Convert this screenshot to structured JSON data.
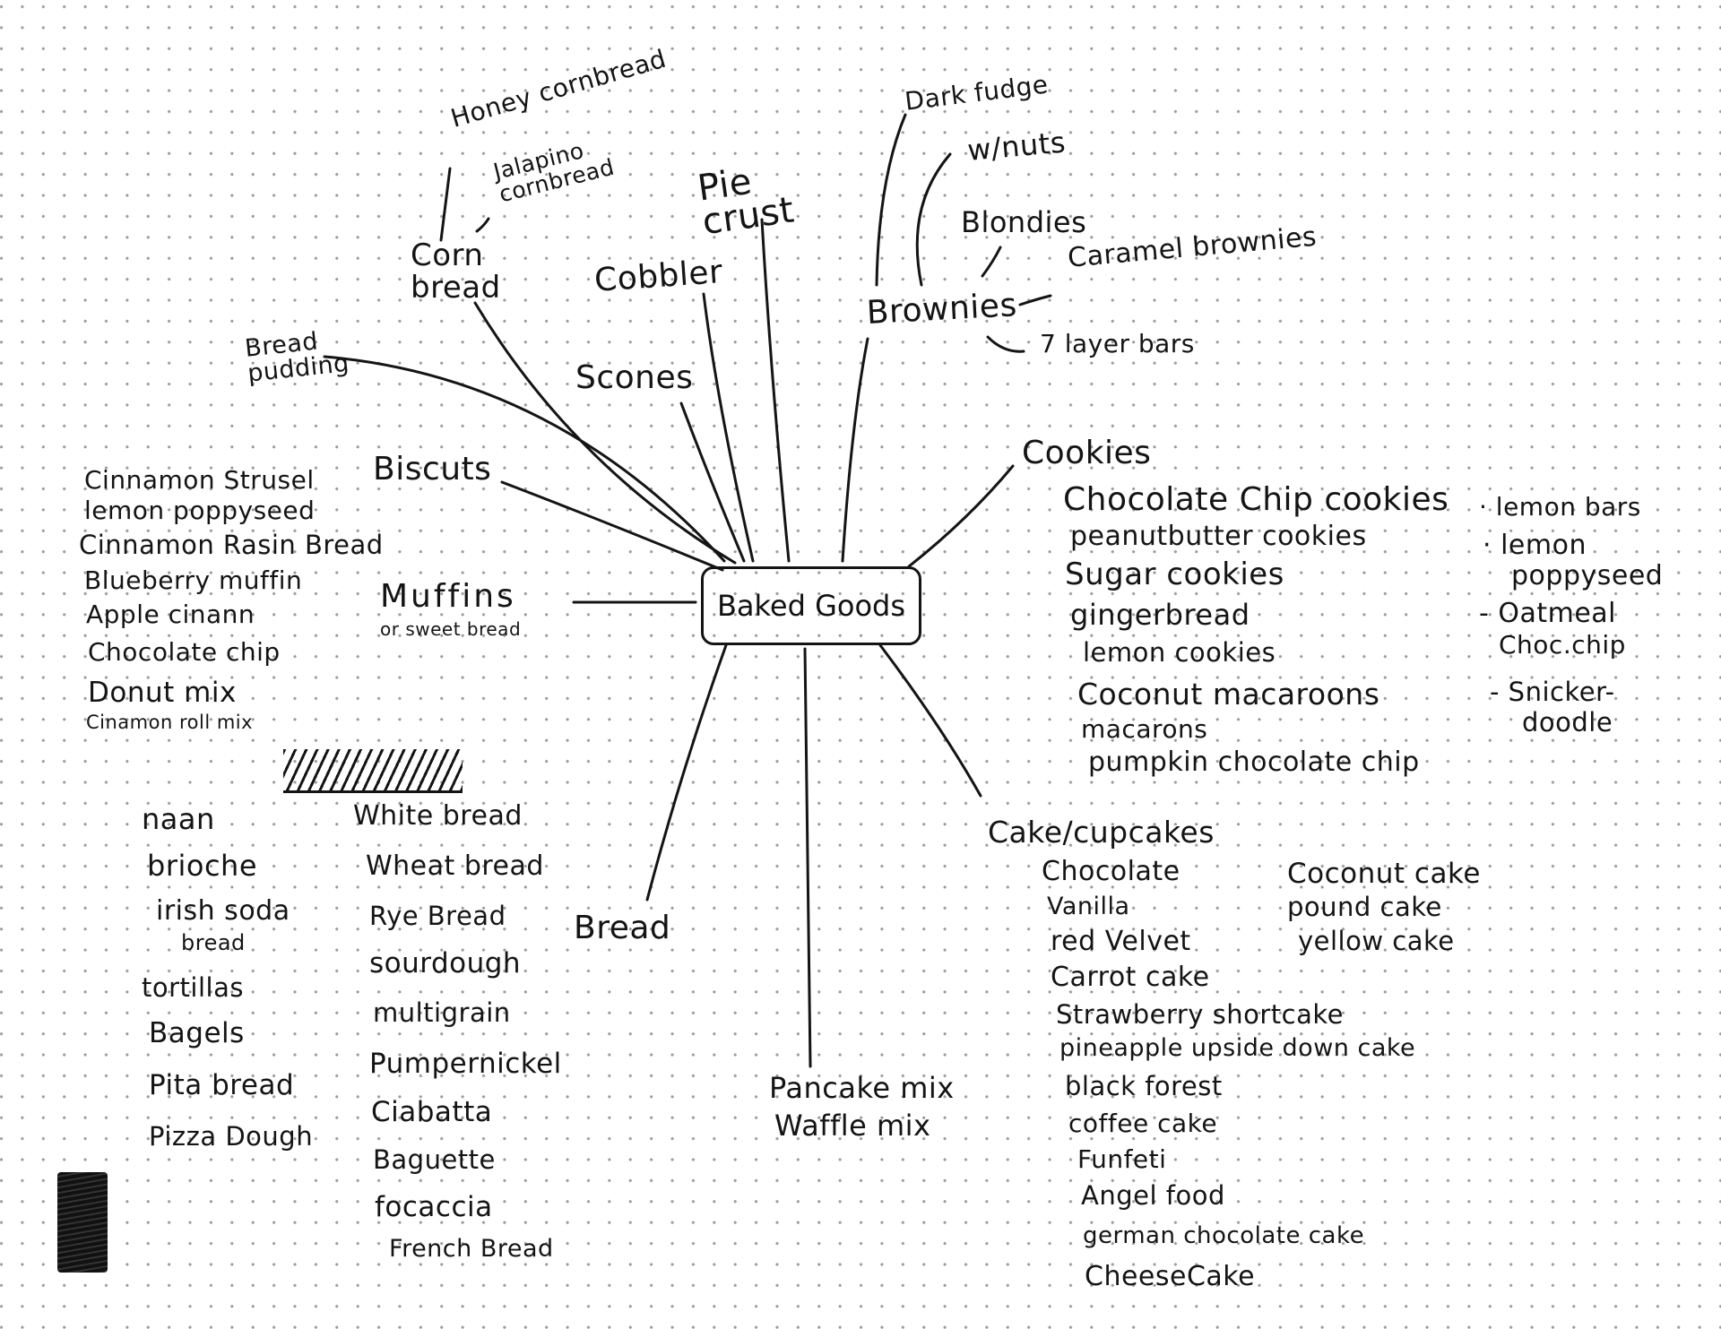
{
  "center": "Baked Goods",
  "cornbread": {
    "label": "Corn bread",
    "items": [
      "Honey cornbread",
      "Jalapino cornbread"
    ]
  },
  "pie_crust": "Pie crust",
  "cobbler": "Cobbler",
  "scones": "Scones",
  "bread_pudding": "Bread pudding",
  "biscuits": "Biscuts",
  "brownies": {
    "label": "Brownies",
    "items": [
      "Dark fudge",
      "w/nuts",
      "Blondies",
      "Caramel brownies",
      "7 layer bars"
    ]
  },
  "cookies": {
    "label": "Cookies",
    "items": [
      "Chocolate Chip cookies",
      "peanutbutter cookies",
      "Sugar cookies",
      "gingerbread",
      "lemon cookies",
      "Coconut macaroons",
      "macarons",
      "pumpkin chocolate chip"
    ],
    "side": [
      "· lemon bars",
      "· lemon",
      "poppyseed",
      "- Oatmeal",
      "Choc.chip",
      "- Snicker-",
      "doodle"
    ]
  },
  "muffins": {
    "label": "Muffins",
    "sublabel": "or sweet bread",
    "items": [
      "Cinnamon Strusel",
      "lemon poppyseed",
      "Cinnamon Rasin Bread",
      "Blueberry muffin",
      "Apple cinann",
      "Chocolate chip",
      "Donut mix",
      "Cinamon roll mix"
    ]
  },
  "bread": {
    "label": "Bread",
    "col1": [
      "naan",
      "brioche",
      "irish soda",
      "bread",
      "tortillas",
      "Bagels",
      "Pita bread",
      "Pizza Dough"
    ],
    "col2": [
      "White bread",
      "Wheat bread",
      "Rye Bread",
      "sourdough",
      "multigrain",
      "Pumpernickel",
      "Ciabatta",
      "Baguette",
      "focaccia",
      "French Bread"
    ]
  },
  "pancake": [
    "Pancake mix",
    "Waffle mix"
  ],
  "cake": {
    "label": "Cake/cupcakes",
    "col1": [
      "Chocolate",
      "Vanilla",
      "red Velvet",
      "Carrot cake",
      "Strawberry shortcake",
      "pineapple upside down cake",
      "black forest",
      "coffee cake",
      "Funfeti",
      "Angel food",
      "german chocolate cake",
      "CheeseCake"
    ],
    "col2": [
      "Coconut cake",
      "pound cake",
      "yellow cake"
    ]
  }
}
